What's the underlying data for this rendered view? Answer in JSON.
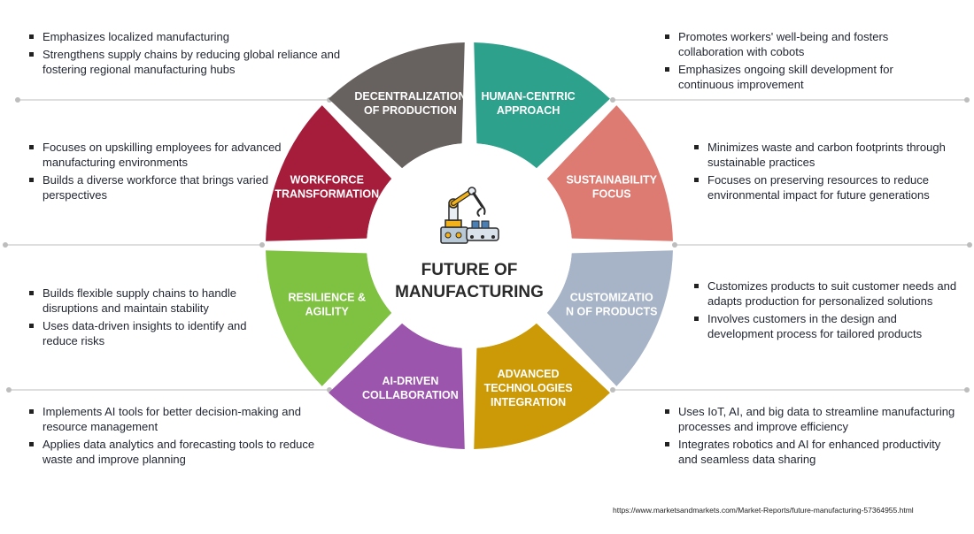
{
  "diagram": {
    "center": {
      "title_lines": [
        "FUTURE OF",
        "MANUFACTURING"
      ],
      "icon": "robot-arm-icon"
    },
    "segments": [
      {
        "id": "decentralization",
        "lines": [
          "DECENTRALIZATION",
          "OF PRODUCTION"
        ],
        "color": "#676260"
      },
      {
        "id": "human-centric",
        "lines": [
          "HUMAN-CENTRIC",
          "APPROACH"
        ],
        "color": "#2ea18c"
      },
      {
        "id": "sustainability",
        "lines": [
          "SUSTAINABILITY",
          "FOCUS"
        ],
        "color": "#dd7a72"
      },
      {
        "id": "customization",
        "lines": [
          "CUSTOMIZATIO",
          "N OF PRODUCTS"
        ],
        "color": "#a7b4c7"
      },
      {
        "id": "advanced-tech",
        "lines": [
          "ADVANCED",
          "TECHNOLOGIES",
          "INTEGRATION"
        ],
        "color": "#cc9a06"
      },
      {
        "id": "ai-collab",
        "lines": [
          "AI-DRIVEN",
          "COLLABORATION"
        ],
        "color": "#9c55ad"
      },
      {
        "id": "resilience",
        "lines": [
          "RESILIENCE &",
          "AGILITY"
        ],
        "color": "#7fc141"
      },
      {
        "id": "workforce",
        "lines": [
          "WORKFORCE",
          "TRANSFORMATION"
        ],
        "color": "#a51d3b"
      }
    ],
    "left_blocks": [
      {
        "id": "decentralization",
        "bullets": [
          "Emphasizes localized manufacturing",
          "Strengthens supply chains by reducing global reliance and fostering regional manufacturing hubs"
        ]
      },
      {
        "id": "workforce",
        "bullets": [
          "Focuses on upskilling employees for advanced manufacturing environments",
          "Builds a diverse workforce that brings varied perspectives"
        ]
      },
      {
        "id": "resilience",
        "bullets": [
          "Builds flexible supply chains to handle disruptions and maintain stability",
          "Uses data-driven insights to identify and reduce risks"
        ]
      },
      {
        "id": "ai-collab",
        "bullets": [
          "Implements AI tools for better decision-making and resource management",
          "Applies data analytics and forecasting tools to reduce waste and improve planning"
        ]
      }
    ],
    "right_blocks": [
      {
        "id": "human-centric",
        "bullets": [
          "Promotes workers' well-being and fosters collaboration with cobots",
          "Emphasizes ongoing skill development for continuous improvement"
        ]
      },
      {
        "id": "sustainability",
        "bullets": [
          "Minimizes waste and carbon footprints through sustainable practices",
          "Focuses on preserving resources to reduce environmental impact for future generations"
        ]
      },
      {
        "id": "customization",
        "bullets": [
          "Customizes products to suit customer needs and adapts production for personalized solutions",
          "Involves customers in the design and development process for tailored products"
        ]
      },
      {
        "id": "advanced-tech",
        "bullets": [
          "Uses IoT, AI, and big data to streamline manufacturing processes and improve efficiency",
          "Integrates robotics and AI for enhanced productivity and seamless data sharing"
        ]
      }
    ],
    "source_url": "https://www.marketsandmarkets.com/Market-Reports/future-manufacturing-57364955.html"
  }
}
